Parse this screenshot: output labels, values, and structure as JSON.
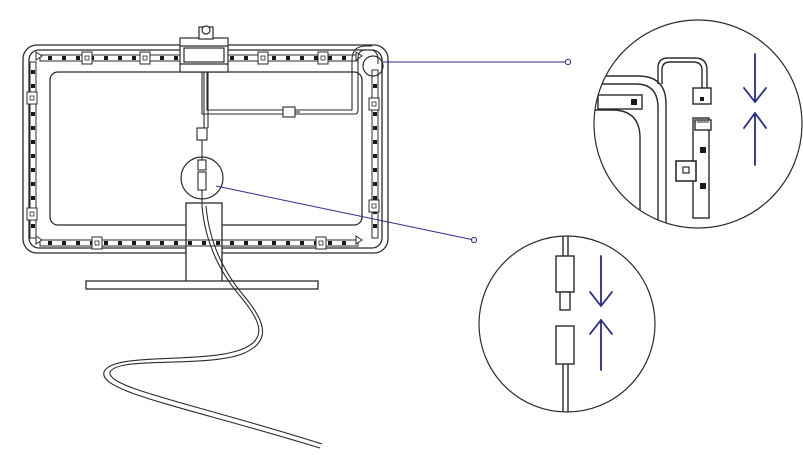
{
  "colors": {
    "line": "#2b2b2b",
    "callout": "#2e2e86",
    "arrow": "#2a2a80",
    "led": "#1a1a1a",
    "background": "#ffffff"
  },
  "callouts": [
    {
      "name": "corner-connector-detail",
      "arrows": [
        "down",
        "up"
      ]
    },
    {
      "name": "cable-connector-detail",
      "arrows": [
        "down",
        "up"
      ]
    }
  ],
  "icons": [
    "down-arrow-icon",
    "up-arrow-icon",
    "clip-icon",
    "led-segment-icon",
    "plug-connector-icon"
  ]
}
